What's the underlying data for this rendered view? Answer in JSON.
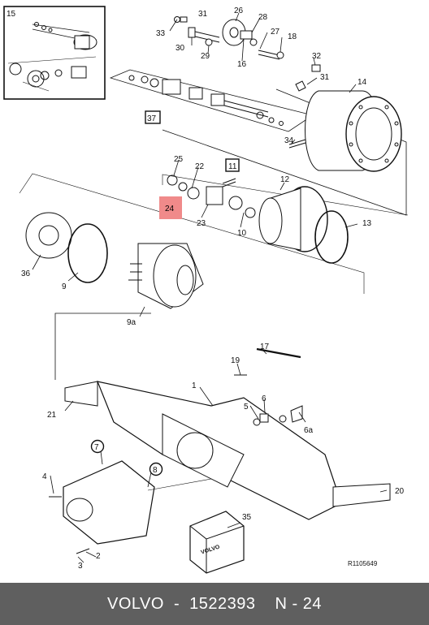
{
  "labels": {
    "p1": "1",
    "p2": "2",
    "p3": "3",
    "p4": "4",
    "p5": "5",
    "p6": "6",
    "p6a": "6a",
    "p7": "7",
    "p8": "8",
    "p9": "9",
    "p9a": "9a",
    "p10": "10",
    "p11": "11",
    "p12": "12",
    "p13": "13",
    "p14": "14",
    "p15": "15",
    "p16": "16",
    "p17": "17",
    "p18": "18",
    "p19": "19",
    "p20": "20",
    "p21": "21",
    "p22": "22",
    "p23": "23",
    "p24": "24",
    "p25": "25",
    "p26": "26",
    "p27": "27",
    "p28": "28",
    "p29": "29",
    "p30": "30",
    "p31a": "31",
    "p31b": "31",
    "p32": "32",
    "p33": "33",
    "p34": "34",
    "p35": "35",
    "p36": "36",
    "p37": "37"
  },
  "box_brand": "VOLVO",
  "drawing_ref": "R1105649",
  "highlight_color": "#f08a8a",
  "footer": {
    "brand": "VOLVO",
    "separator": "-",
    "part_number": "1522393",
    "position": "N - 24"
  }
}
